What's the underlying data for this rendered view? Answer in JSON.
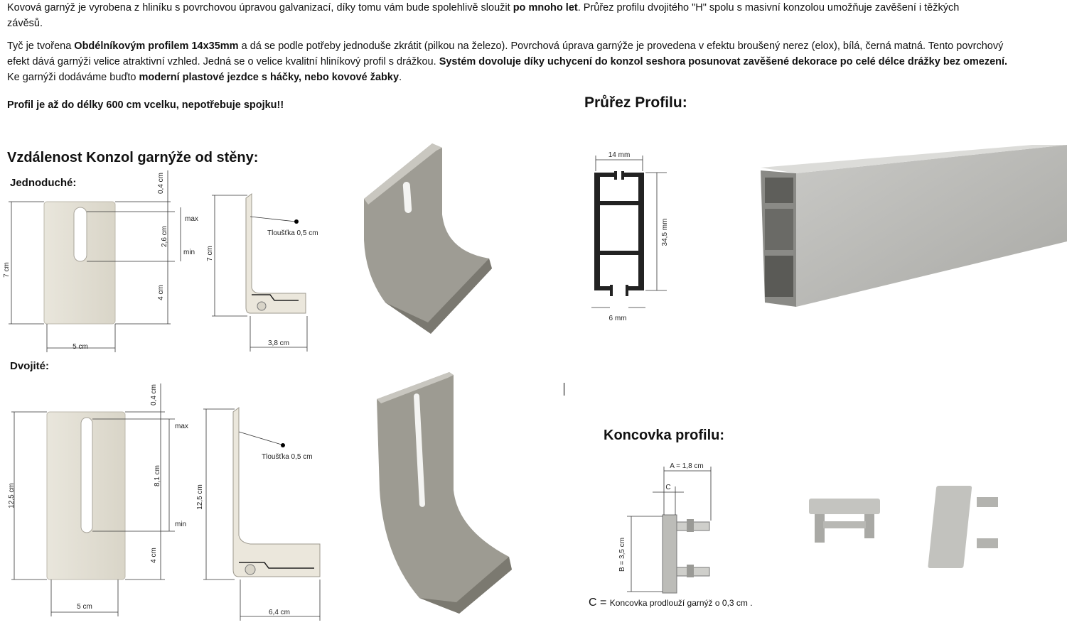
{
  "intro": {
    "p1_a": "Kovová garnýž je vyrobena z hliníku s povrchovou úpravou galvanizací, díky tomu vám bude spolehlivě sloužit ",
    "p1_b": "po mnoho let",
    "p1_c": ". Průřez profilu dvojitého \"H\" spolu s masivní konzolou umožňuje zavěšení i těžkých závěsů.",
    "p2_a": " Tyč je tvořena ",
    "p2_b": "Obdélníkovým profilem 14x35mm",
    "p2_c": " a dá se podle potřeby jednoduše zkrátit (pilkou na železo). Povrchová úprava garnýže je provedena v efektu broušený nerez (elox), bílá, černá matná. Tento povrchový efekt dává garnýži velice atraktivní vzhled. Jedná se o velice kvalitní hliníkový profil s drážkou. ",
    "p2_d": "Systém dovoluje díky uchycení do konzol seshora posunovat zavěšené dekorace po celé délce drážky bez omezení.",
    "p2_e": " Ke garnýži dodáváme buďto ",
    "p2_f": "moderní plastové jezdce s háčky, nebo kovové žabky",
    "p2_g": ".",
    "p3": "Profil je až do délky 600 cm vcelku, nepotřebuje spojku!!"
  },
  "sections": {
    "distance_title": "Vzdálenost Konzol garnýže od stěny:",
    "single_label": "Jednoduché:",
    "double_label": "Dvojité:",
    "profile_title": "Průřez Profilu:",
    "endcap_title": "Koncovka profilu:"
  },
  "single_dims": {
    "top": "0,4 cm",
    "height": "7 cm",
    "slot": "2,6 cm",
    "bottom": "4 cm",
    "max": "max",
    "min": "min",
    "width": "5 cm",
    "side_height": "7 cm",
    "thickness": "Tloušťka 0,5 cm",
    "depth": "3,8 cm"
  },
  "double_dims": {
    "top": "0,4 cm",
    "height": "12,5 cm",
    "slot": "8,1 cm",
    "bottom": "4 cm",
    "max": "max",
    "min": "min",
    "width": "5 cm",
    "side_height": "12,5 cm",
    "thickness": "Tloušťka 0,5 cm",
    "depth": "6,4 cm"
  },
  "profile_dims": {
    "top": "14 mm",
    "height": "34,5 mm",
    "bottom": "6 mm"
  },
  "endcap_dims": {
    "a": "A = 1,8 cm",
    "c": "C",
    "b": "B = 3,5 cm",
    "note_c": "C = ",
    "note": "Koncovka prodlouží garnýž o 0,3 cm ."
  }
}
